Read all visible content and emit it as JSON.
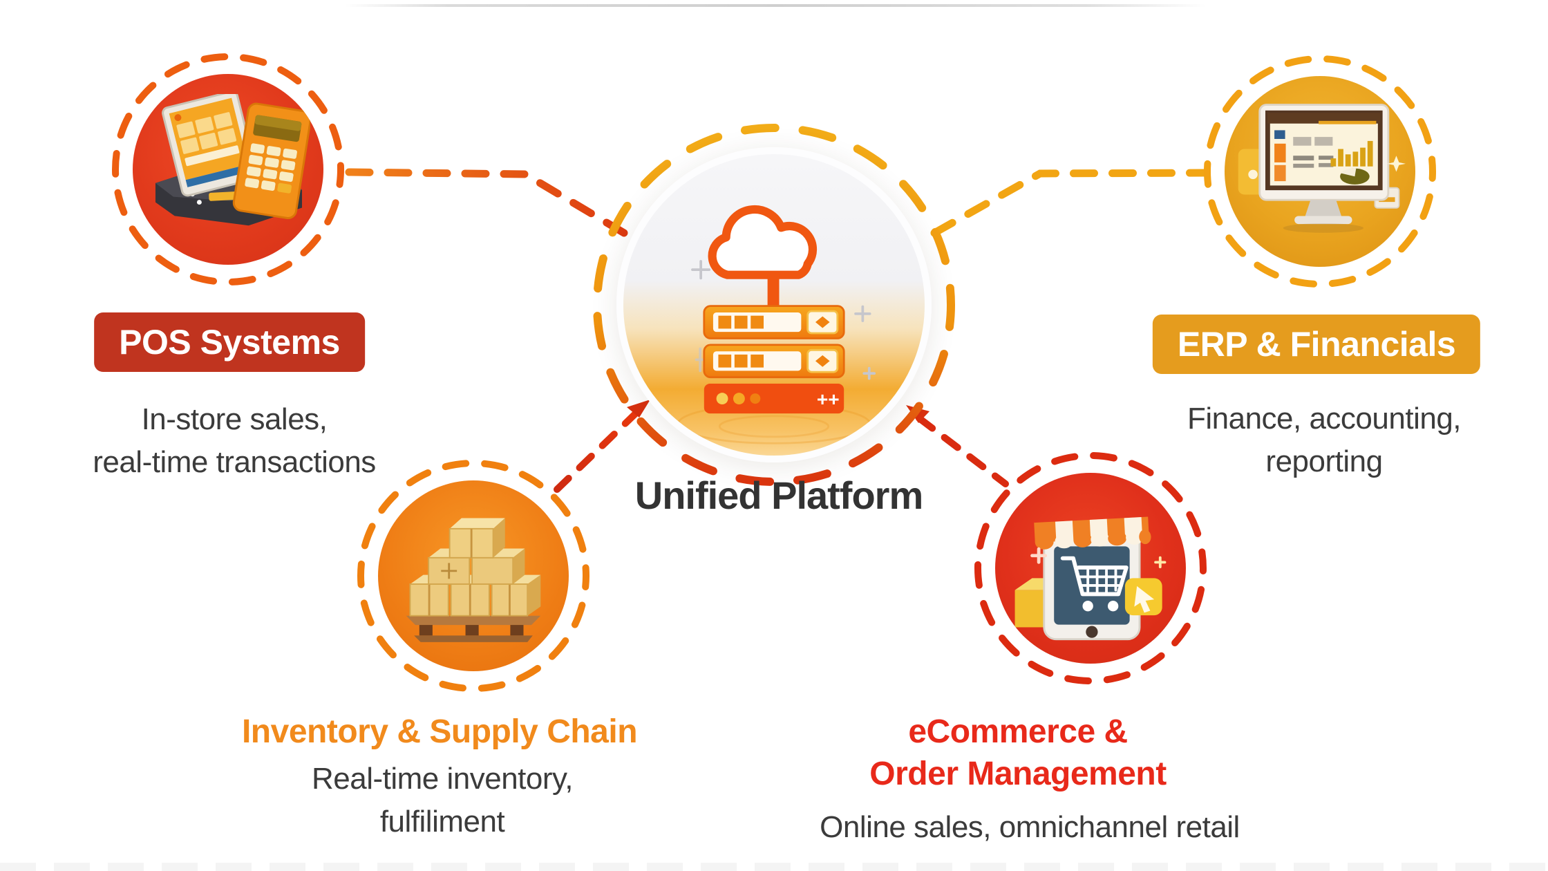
{
  "diagram_title": "Unified Platform",
  "center": {
    "label": "Unified Platform",
    "icon": "cloud-server-icon",
    "server_plus_marks": "++",
    "colors": {
      "ring_top": "#F2AC18",
      "ring_bottom": "#DC350F",
      "disc_top": "#F5F5F7",
      "disc_bottom": "#F3AC33",
      "cloud_stroke": "#F05711"
    }
  },
  "nodes": {
    "pos": {
      "label": "POS Systems",
      "desc1": "In-store sales,",
      "desc2": "real-time transactions",
      "icon": "pos-terminal-icon",
      "colors": {
        "ring": "#ED5E10",
        "disc": "#E23A1C",
        "label_box": "#C0341F",
        "label_text": "#FFFFFF"
      }
    },
    "erp": {
      "label": "ERP & Financials",
      "desc1": "Finance, accounting,",
      "desc2": "reporting",
      "icon": "erp-dashboard-monitor-icon",
      "colors": {
        "ring": "#F2A113",
        "disc": "#E9A41F",
        "label_box": "#E59C1E",
        "label_text": "#FFFFFF"
      }
    },
    "inventory": {
      "label": "Inventory & Supply Chain",
      "desc1": "Real-time inventory,",
      "desc2": "fulfiliment",
      "icon": "pallet-boxes-icon",
      "colors": {
        "ring": "#F0800F",
        "disc": "#EF7D15",
        "label_text": "#F18A1C"
      }
    },
    "ecommerce": {
      "label1": "eCommerce &",
      "label2": "Order Management",
      "desc1": "Online sales, omnichannel retail",
      "icon": "storefront-tablet-icon",
      "colors": {
        "ring": "#DC2B10",
        "disc": "#E0301B",
        "label_text": "#E8291A"
      }
    }
  },
  "body_text_color": "#3B3B3B"
}
